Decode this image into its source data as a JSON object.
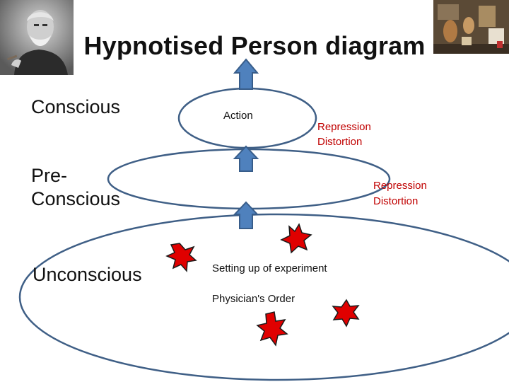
{
  "title": "Hypnotised Person diagram",
  "levels": {
    "conscious": "Conscious",
    "preconscious_line1": "Pre-",
    "preconscious_line2": "Conscious",
    "unconscious": "Unconscious"
  },
  "labels": {
    "action": "Action",
    "repression_1": "Repression",
    "distortion_1": "Distortion",
    "repression_2": "Repression",
    "distortion_2": "Distortion",
    "experiment": "Setting up of experiment",
    "order": "Physician's Order"
  },
  "colors": {
    "outline": "#3f5f86",
    "arrow_fill": "#4f81bd",
    "arrow_stroke": "#385d8a",
    "burst_fill": "#e00000",
    "burst_outline": "#1a1a1a",
    "red_text": "#c00000"
  }
}
